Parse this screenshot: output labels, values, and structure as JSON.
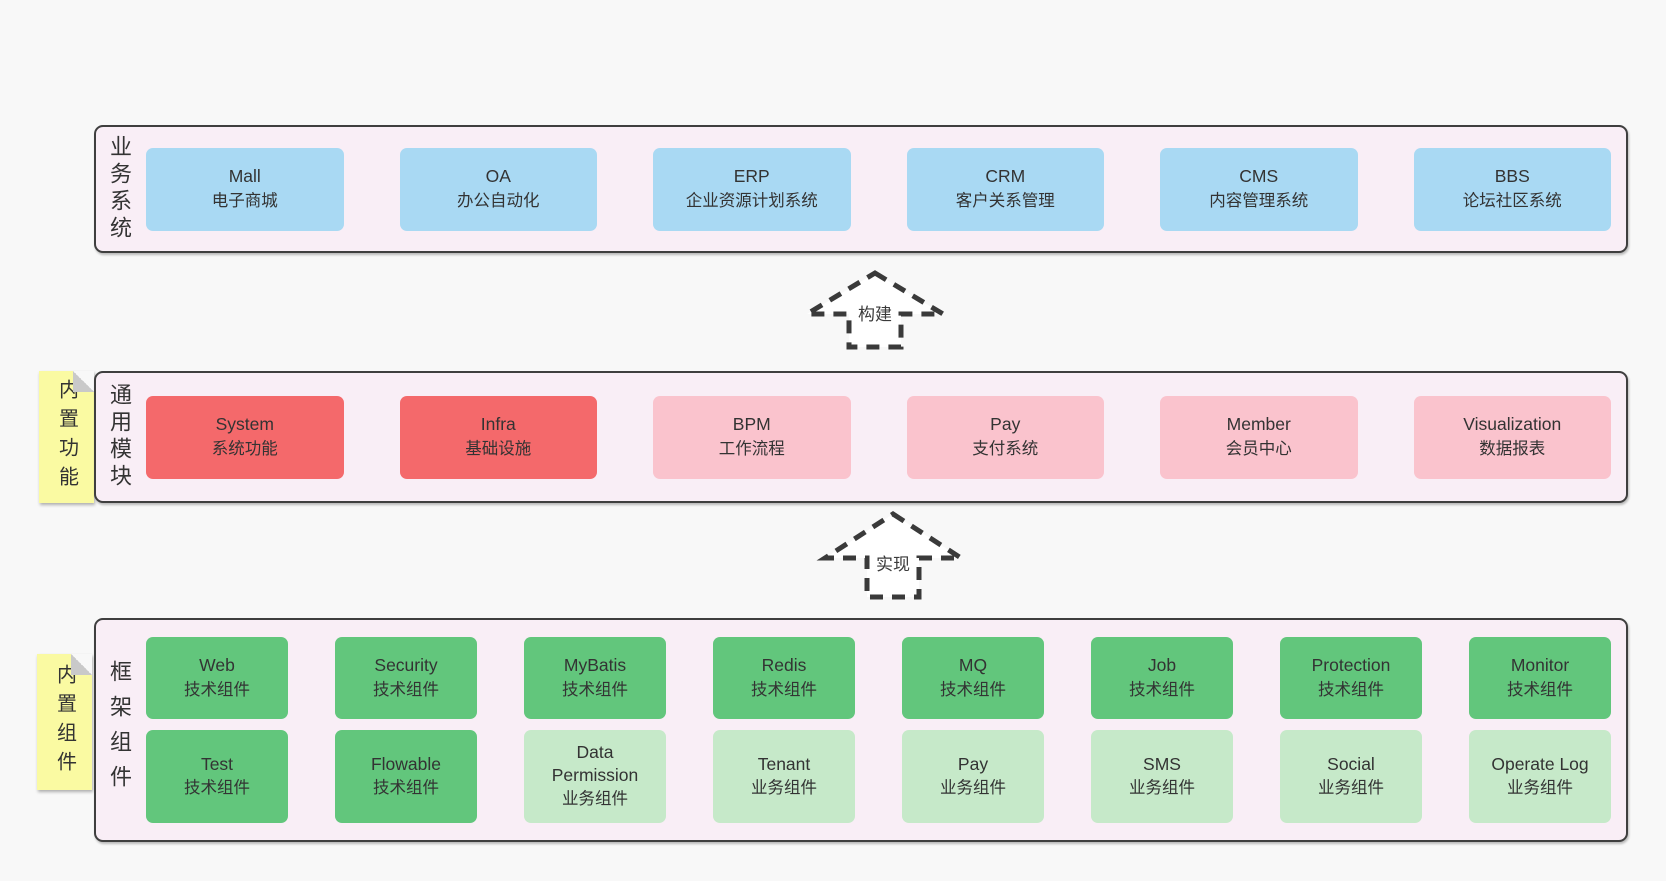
{
  "colors": {
    "page_bg": "#f8f8f8",
    "panel_bg": "#f9eef6",
    "panel_border": "#3f3f3f",
    "blue_box": "#a9d9f3",
    "red_box": "#f4696b",
    "pink_box": "#fac3cd",
    "green_box": "#62c67c",
    "light_green_box": "#c6e9c9",
    "note_yellow": "#fafaa2",
    "fold_gray": "#c9c9c9",
    "text": "#333333"
  },
  "arrows": [
    {
      "label": "构建"
    },
    {
      "label": "实现"
    }
  ],
  "layers": [
    {
      "label": "业务系统",
      "boxes": [
        {
          "en": "Mall",
          "zh": "电子商城"
        },
        {
          "en": "OA",
          "zh": "办公自动化"
        },
        {
          "en": "ERP",
          "zh": "企业资源计划系统"
        },
        {
          "en": "CRM",
          "zh": "客户关系管理"
        },
        {
          "en": "CMS",
          "zh": "内容管理系统"
        },
        {
          "en": "BBS",
          "zh": "论坛社区系统"
        }
      ]
    },
    {
      "label": "通用模块",
      "note": "内置功能",
      "boxes": [
        {
          "en": "System",
          "zh": "系统功能"
        },
        {
          "en": "Infra",
          "zh": "基础设施"
        },
        {
          "en": "BPM",
          "zh": "工作流程"
        },
        {
          "en": "Pay",
          "zh": "支付系统"
        },
        {
          "en": "Member",
          "zh": "会员中心"
        },
        {
          "en": "Visualization",
          "zh": "数据报表"
        }
      ]
    },
    {
      "label": "框架组件",
      "note": "内置组件",
      "rows": [
        [
          {
            "en": "Web",
            "zh": "技术组件"
          },
          {
            "en": "Security",
            "zh": "技术组件"
          },
          {
            "en": "MyBatis",
            "zh": "技术组件"
          },
          {
            "en": "Redis",
            "zh": "技术组件"
          },
          {
            "en": "MQ",
            "zh": "技术组件"
          },
          {
            "en": "Job",
            "zh": "技术组件"
          },
          {
            "en": "Protection",
            "zh": "技术组件"
          },
          {
            "en": "Monitor",
            "zh": "技术组件"
          }
        ],
        [
          {
            "en": "Test",
            "zh": "技术组件"
          },
          {
            "en": "Flowable",
            "zh": "技术组件"
          },
          {
            "en": "Data Permission",
            "zh": "业务组件"
          },
          {
            "en": "Tenant",
            "zh": "业务组件"
          },
          {
            "en": "Pay",
            "zh": "业务组件"
          },
          {
            "en": "SMS",
            "zh": "业务组件"
          },
          {
            "en": "Social",
            "zh": "业务组件"
          },
          {
            "en": "Operate Log",
            "zh": "业务组件"
          }
        ]
      ]
    }
  ]
}
